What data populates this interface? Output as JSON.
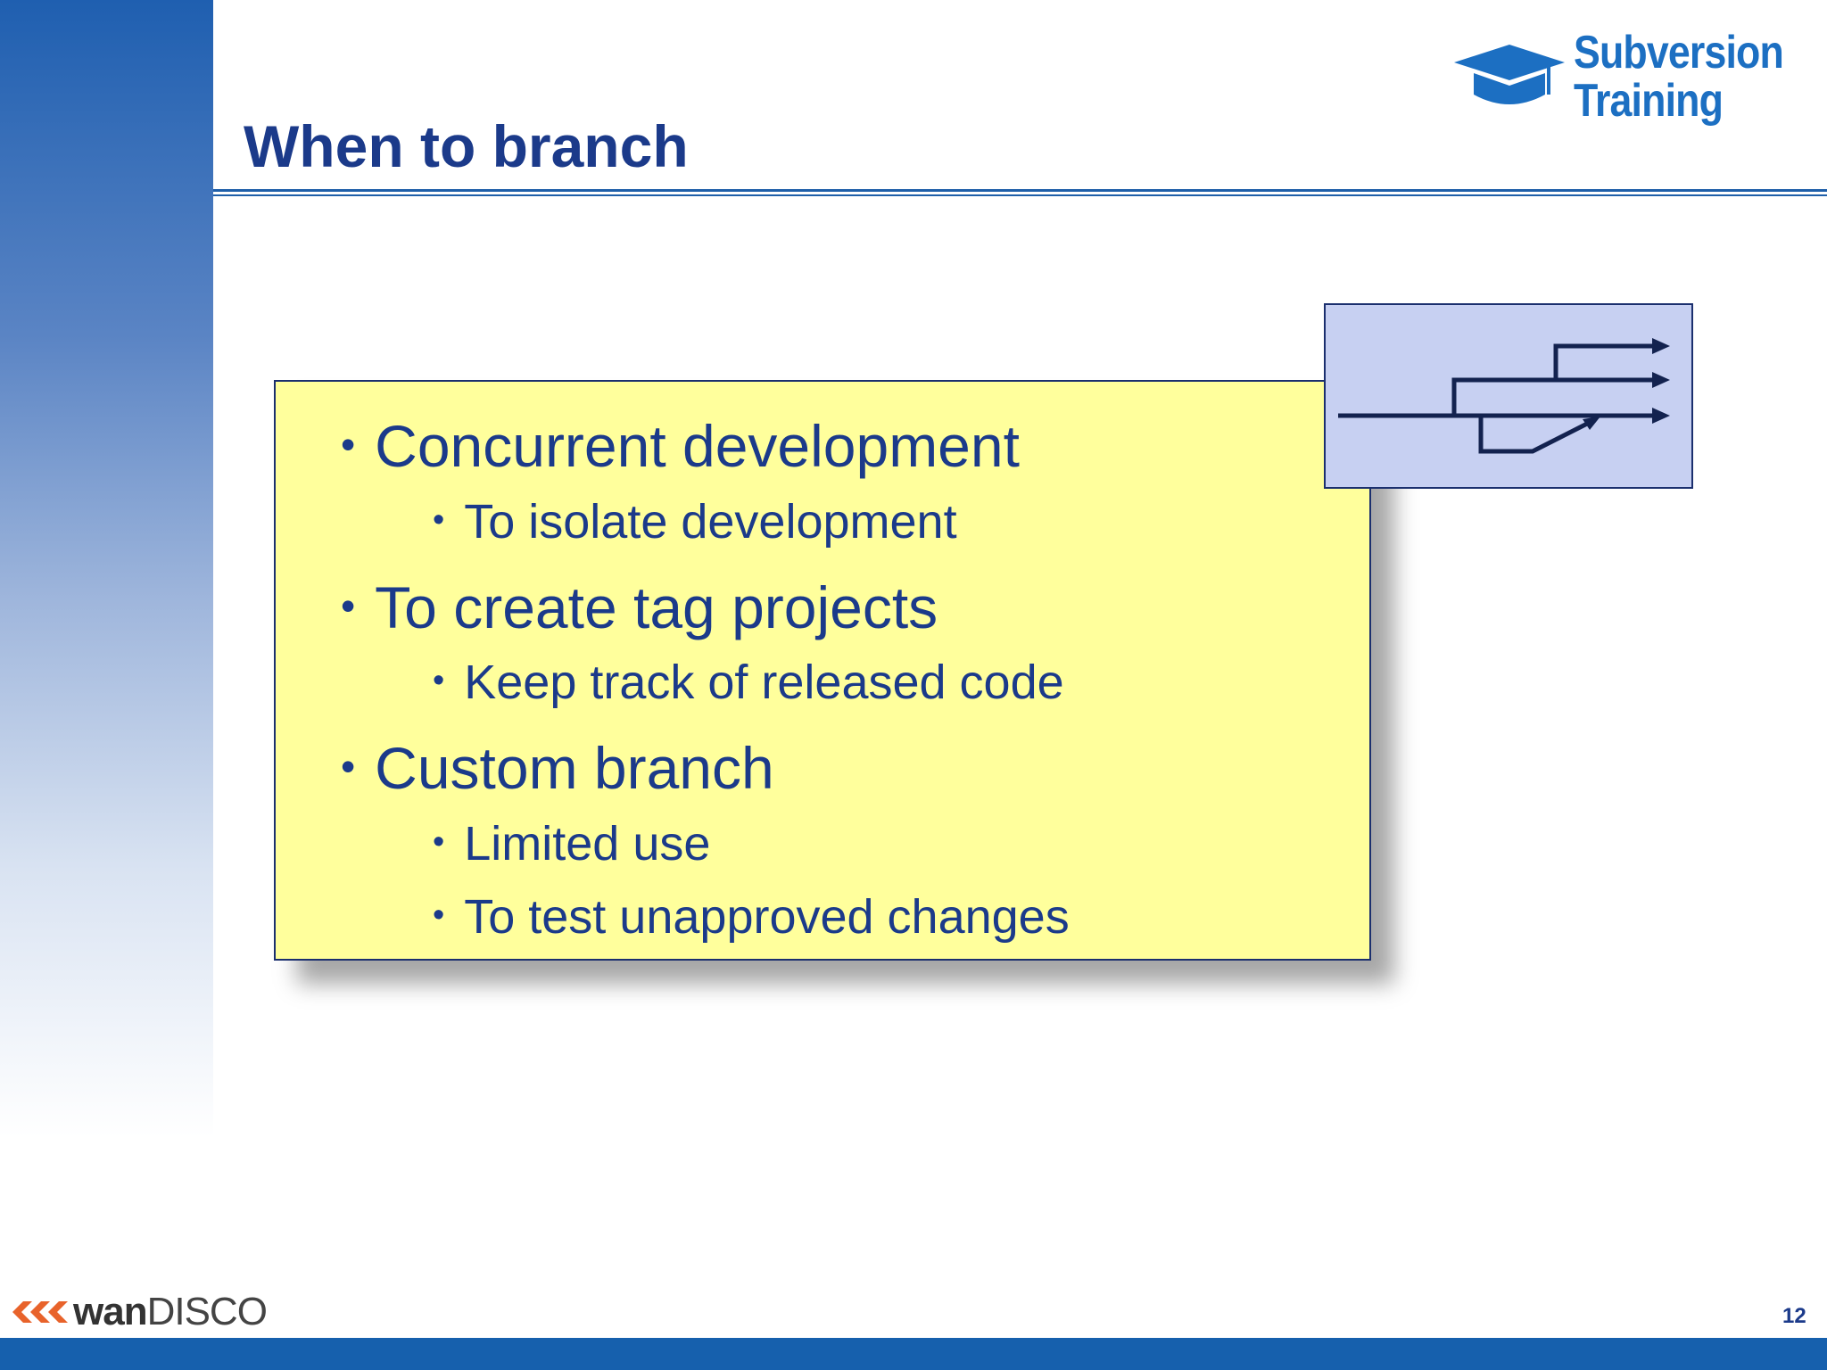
{
  "slide": {
    "title": "When to branch",
    "page_number": "12"
  },
  "logo": {
    "line1": "Subversion",
    "line2": "Training",
    "icon": "graduation-cap-icon"
  },
  "footer_logo": {
    "brand_bold": "wan",
    "brand_light": "DISCO",
    "icon": "wandisco-chevrons-icon"
  },
  "content": {
    "items": [
      {
        "text": "Concurrent development",
        "level": 1
      },
      {
        "text": "To isolate development",
        "level": 2
      },
      {
        "text": "To create tag projects",
        "level": 1
      },
      {
        "text": "Keep track of released code",
        "level": 2
      },
      {
        "text": "Custom branch",
        "level": 1
      },
      {
        "text": "Limited use",
        "level": 2
      },
      {
        "text": "To test unapproved changes",
        "level": 2
      }
    ]
  },
  "diagram": {
    "icon": "branch-diagram-icon"
  },
  "colors": {
    "title": "#1b3a8a",
    "accent": "#1660ad",
    "box_fill": "#ffff9c",
    "diagram_fill": "#c7d0f2"
  }
}
